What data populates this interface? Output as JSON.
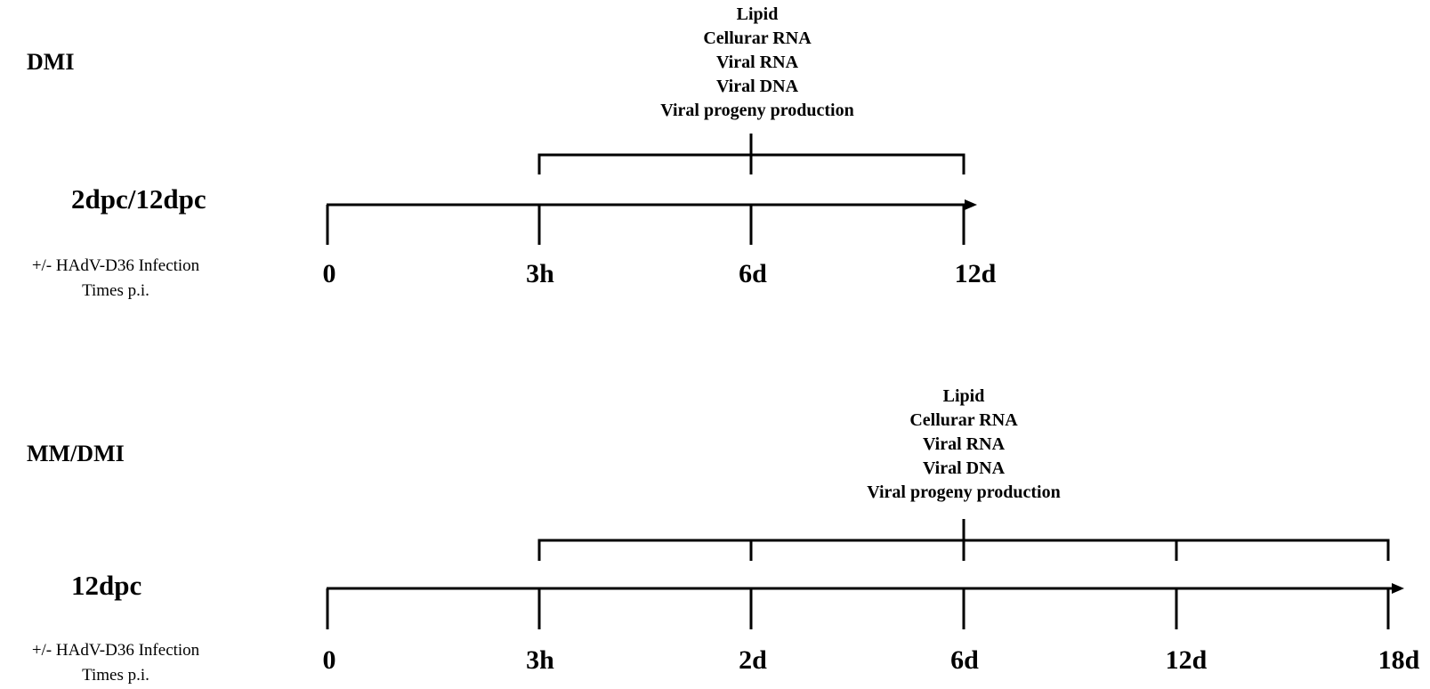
{
  "panels": [
    {
      "condition": "DMI",
      "culture": "2dpc/12dpc",
      "infection_label": "+/- HAdV-D36 Infection",
      "times_label": "Times p.i.",
      "measurements": [
        "Lipid",
        "Cellurar RNA",
        "Viral RNA",
        "Viral DNA",
        "Viral progeny production"
      ],
      "timepoints": [
        "0",
        "3h",
        "6d",
        "12d"
      ],
      "bracket_from": "3h",
      "bracket_to": "12d",
      "bracket_center": "6d"
    },
    {
      "condition": "MM/DMI",
      "culture": "12dpc",
      "infection_label": "+/- HAdV-D36 Infection",
      "times_label": "Times p.i.",
      "measurements": [
        "Lipid",
        "Cellurar RNA",
        "Viral RNA",
        "Viral DNA",
        "Viral progeny production"
      ],
      "timepoints": [
        "0",
        "3h",
        "2d",
        "6d",
        "12d",
        "18d"
      ],
      "bracket_from": "3h",
      "bracket_to": "18d",
      "bracket_center": "6d"
    }
  ]
}
